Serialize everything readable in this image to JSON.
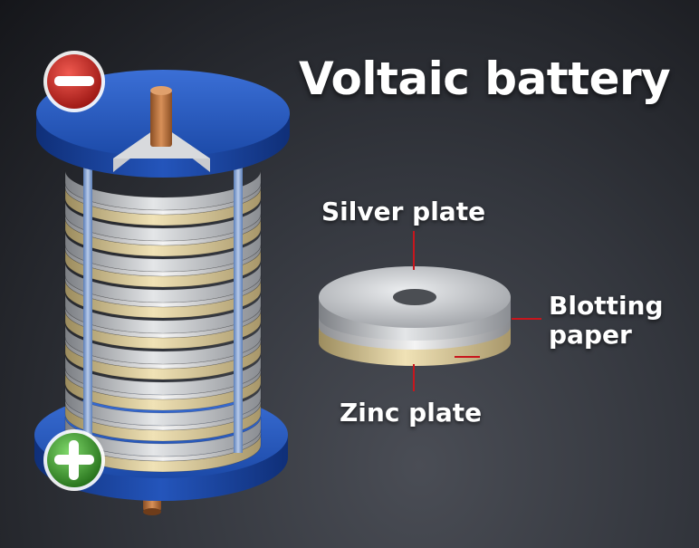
{
  "title": "Voltaic battery",
  "labels": {
    "silver_plate": "Silver plate",
    "zinc_plate": "Zinc plate",
    "blotting_line1": "Blotting",
    "blotting_line2": "paper"
  },
  "colors": {
    "base": "#1f4fb0",
    "terminal_negative": "#c0201e",
    "terminal_positive": "#3d9a2d",
    "leader_line": "#c8161d",
    "silver": "#c4c6c9",
    "zinc": "#d9c99b",
    "copper": "#b8703a"
  },
  "icons": [
    "minus-icon",
    "plus-icon"
  ]
}
